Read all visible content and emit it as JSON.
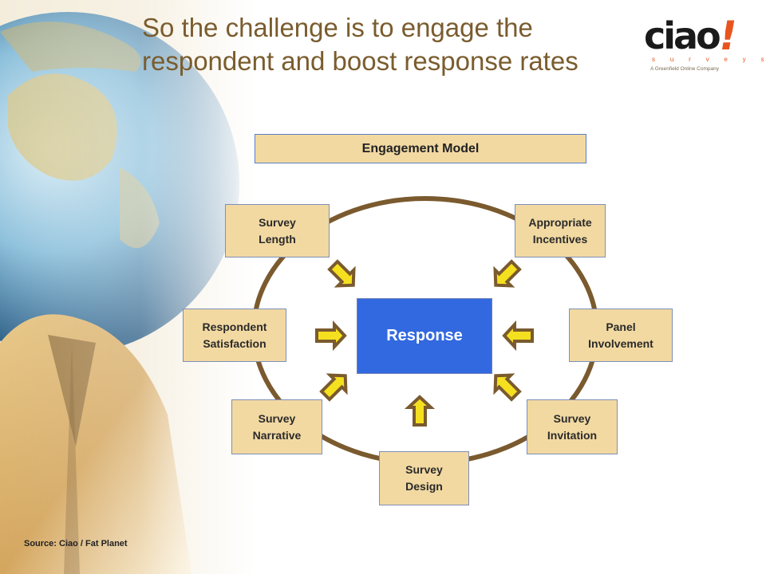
{
  "title": {
    "line1": "So the challenge is to engage the",
    "line2": "respondent and boost response rates"
  },
  "logo": {
    "word": "ciao",
    "bang": "!",
    "sub": "s u r v e y s",
    "tagline": "A Greenfield Online Company"
  },
  "diagram": {
    "header": "Engagement Model",
    "center": "Response",
    "nodes": {
      "survey_length": "Survey\nLength",
      "appropriate_incentives": "Appropriate\nIncentives",
      "respondent_satisfaction": "Respondent\nSatisfaction",
      "panel_involvement": "Panel\nInvolvement",
      "survey_narrative": "Survey\nNarrative",
      "survey_invitation": "Survey\nInvitation",
      "survey_design": "Survey\nDesign"
    },
    "arrow_icon": "yellow-block-arrow-icon",
    "colors": {
      "node_fill": "#f2d9a2",
      "center_fill": "#3369e0",
      "ring": "#7a5a2e",
      "arrow_fill": "#f5e020",
      "arrow_outline": "#7a5a2e",
      "title_color": "#7a5c2e"
    }
  },
  "source": "Source: Ciao / Fat Planet"
}
